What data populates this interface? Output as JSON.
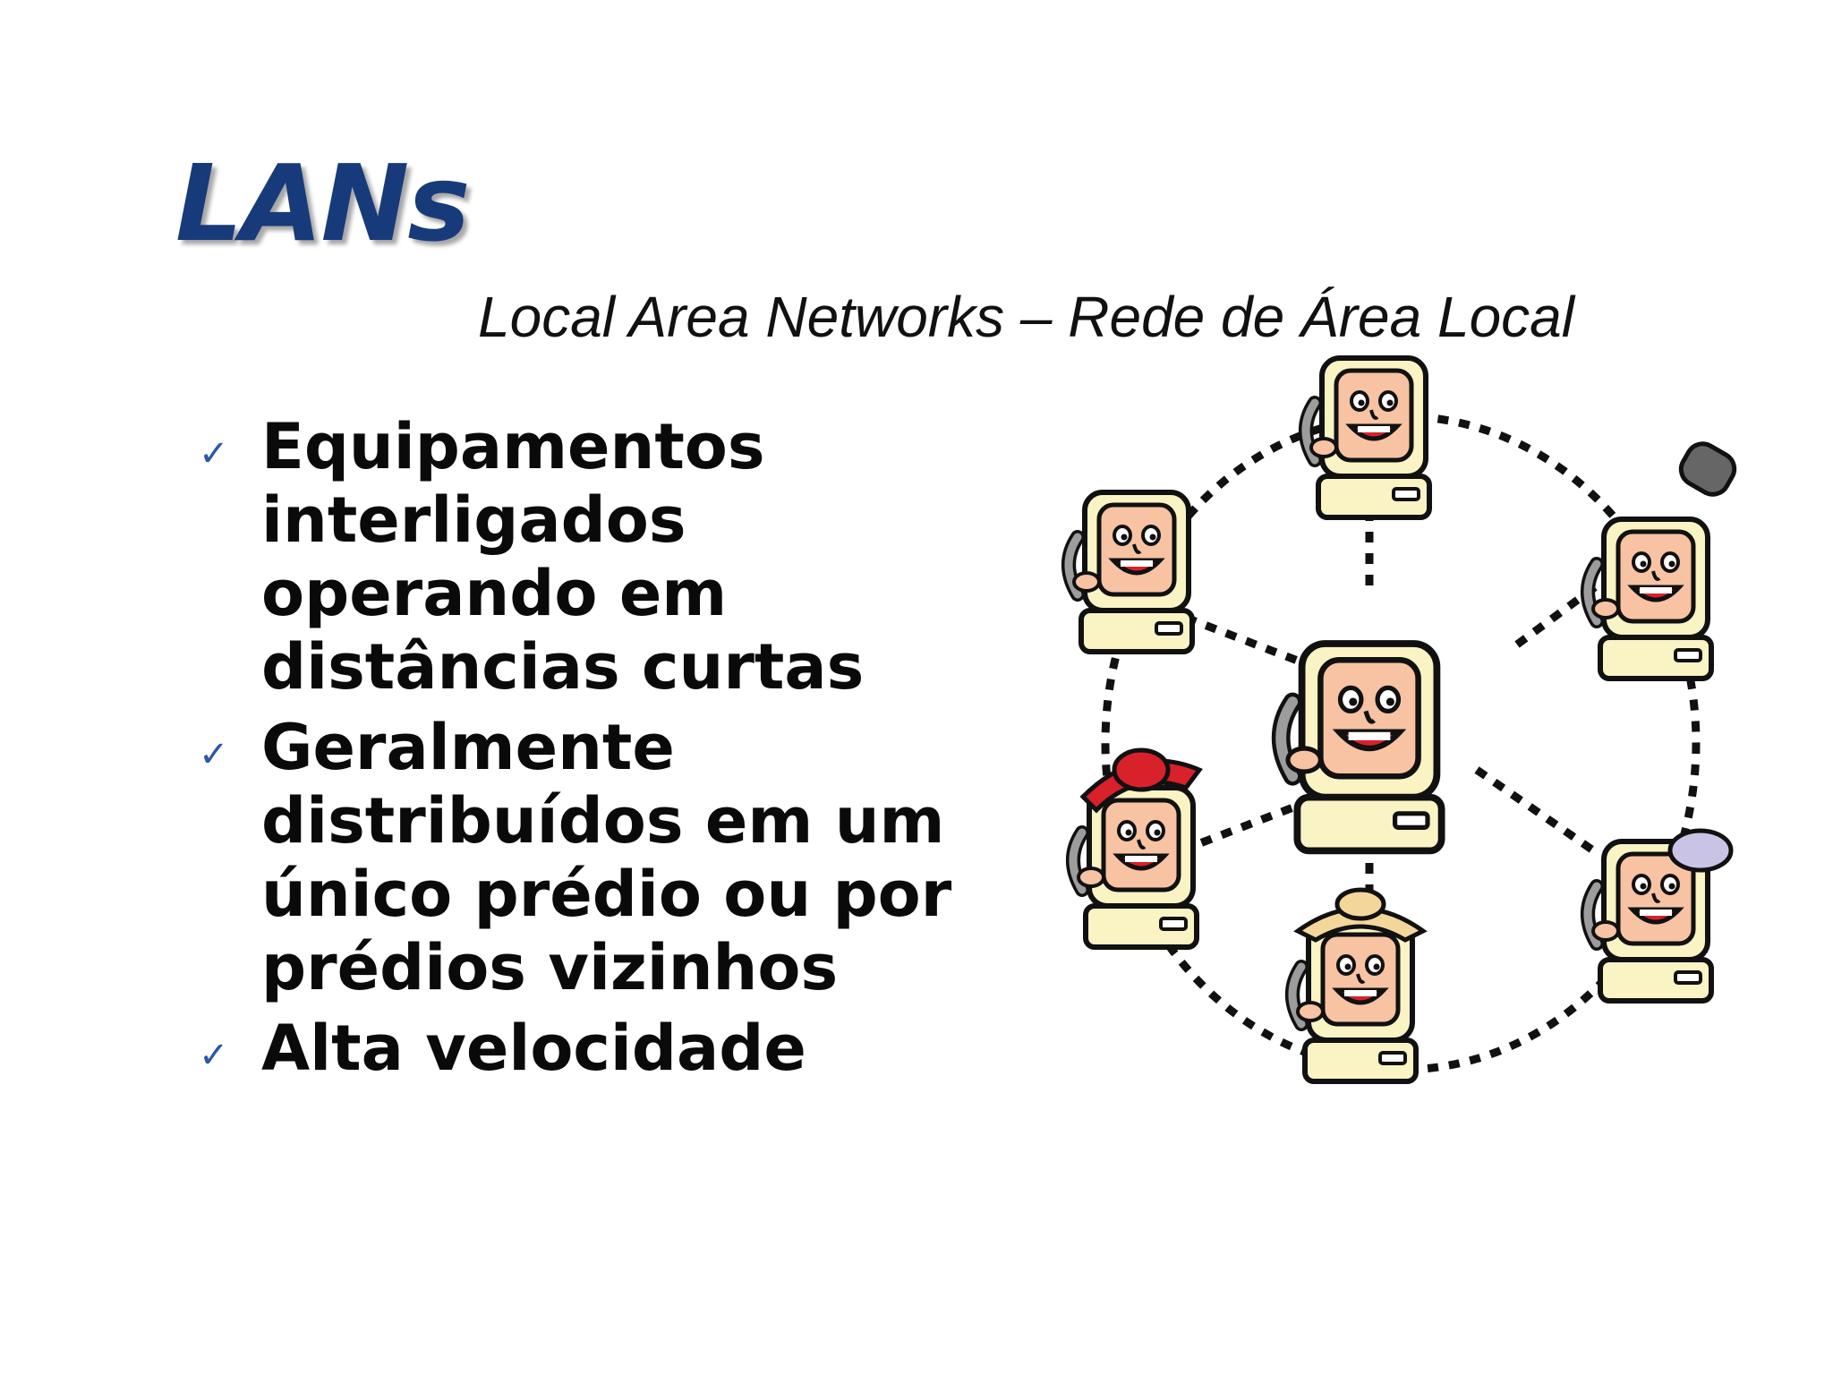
{
  "slide": {
    "title": "LANs",
    "subtitle": "Local Area Networks – Rede de Área Local",
    "bullets": [
      {
        "text": "Equipamentos\ninterligados\noperando em\ndistâncias curtas"
      },
      {
        "text": "Geralmente\ndistribuídos em um\núnico prédio ou por\nprédios vizinhos"
      },
      {
        "text": "Alta velocidade"
      }
    ],
    "bullet_icon": "check-icon",
    "illustration": "network-computers-illustration"
  },
  "colors": {
    "title": "#173a7a",
    "check": "#2e57a8",
    "text": "#0a0a0a",
    "monitor": "#faf3c4",
    "face": "#f7c3a3"
  }
}
